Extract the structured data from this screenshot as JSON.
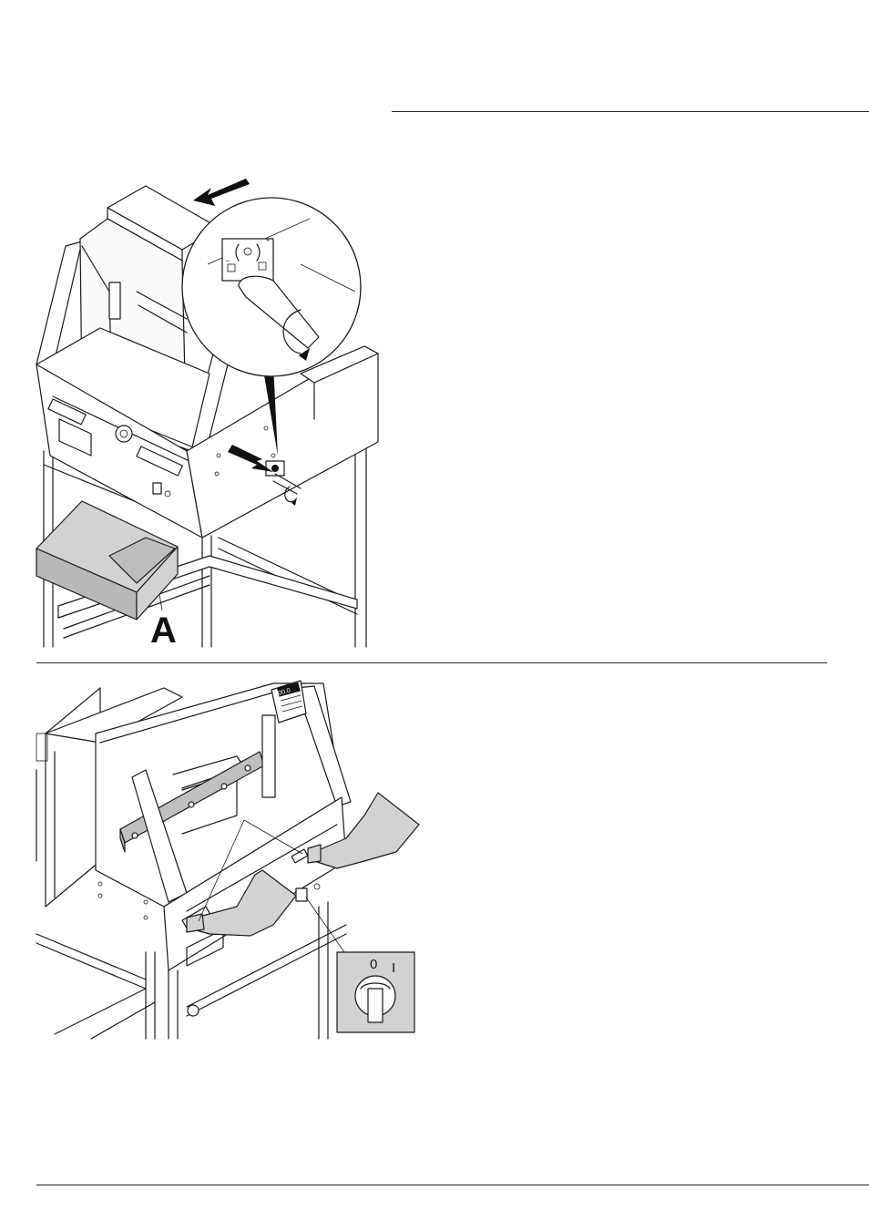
{
  "figure_1": {
    "callout_label": "A",
    "detail_symbols": [
      "–",
      "+"
    ]
  },
  "figure_2": {
    "switch_positions": [
      "0",
      "I"
    ],
    "display_readout": "00.0"
  }
}
